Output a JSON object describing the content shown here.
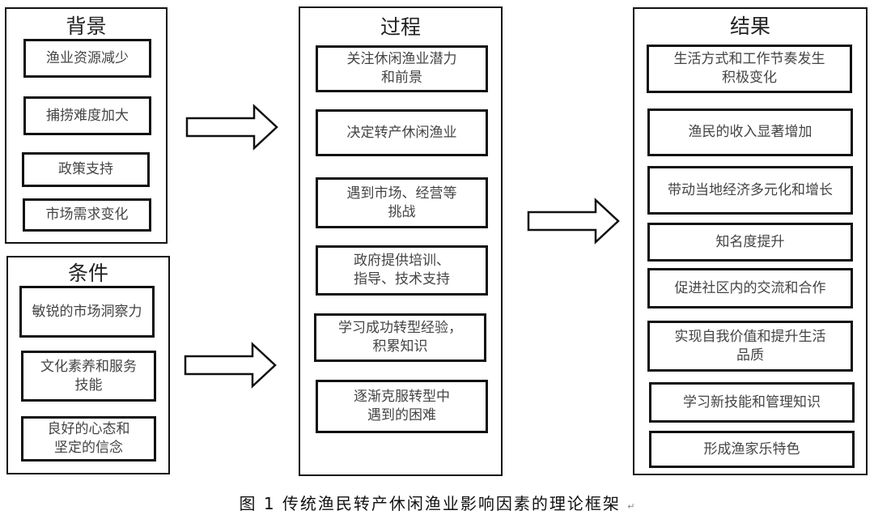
{
  "panels": {
    "background": {
      "title": "背景",
      "items": [
        "渔业资源减少",
        "捕捞难度加大",
        "政策支持",
        "市场需求变化"
      ]
    },
    "conditions": {
      "title": "条件",
      "items": [
        "敏锐的市场洞察力",
        "文化素养和服务\n技能",
        "良好的心态和\n坚定的信念"
      ]
    },
    "process": {
      "title": "过程",
      "items": [
        "关注休闲渔业潜力\n和前景",
        "决定转产休闲渔业",
        "遇到市场、经营等\n挑战",
        "政府提供培训、\n指导、技术支持",
        "学习成功转型经验，\n积累知识",
        "逐渐克服转型中\n遇到的困难"
      ]
    },
    "results": {
      "title": "结果",
      "items": [
        "生活方式和工作节奏发生\n积极变化",
        "渔民的收入显著增加",
        "带动当地经济多元化和增长",
        "知名度提升",
        "促进社区内的交流和合作",
        "实现自我价值和提升生活\n品质",
        "学习新技能和管理知识",
        "形成渔家乐特色"
      ]
    }
  },
  "caption": {
    "text": "图 1   传统渔民转产休闲渔业影响因素的理论框架",
    "mark": "↵"
  }
}
